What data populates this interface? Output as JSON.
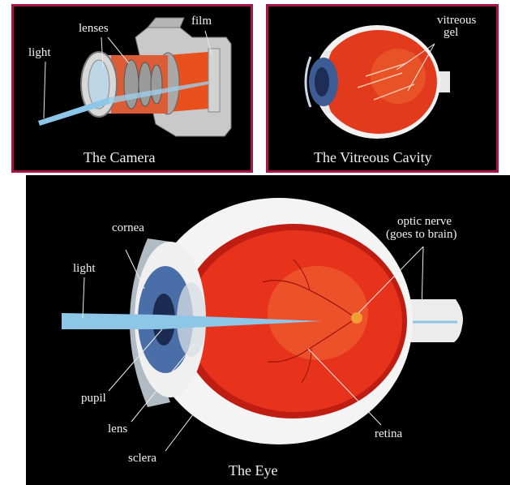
{
  "camera": {
    "title": "The Camera",
    "labels": {
      "light": "light",
      "lenses": "lenses",
      "film": "film"
    }
  },
  "vitreous": {
    "title": "The Vitreous Cavity",
    "labels": {
      "gel_line1": "vitreous",
      "gel_line2": "gel"
    }
  },
  "eye": {
    "title": "The Eye",
    "labels": {
      "cornea": "cornea",
      "light": "light",
      "pupil": "pupil",
      "lens": "lens",
      "sclera": "sclera",
      "retina": "retina",
      "optic_nerve_line1": "optic nerve",
      "optic_nerve_line2": "(goes to brain)"
    }
  },
  "colors": {
    "panel_border": "#a8154a",
    "background": "#000000",
    "retina_red": "#e8331c",
    "iris_blue": "#4a6fa8",
    "light_beam": "#8ec6e8",
    "text": "#f2f2f2"
  }
}
